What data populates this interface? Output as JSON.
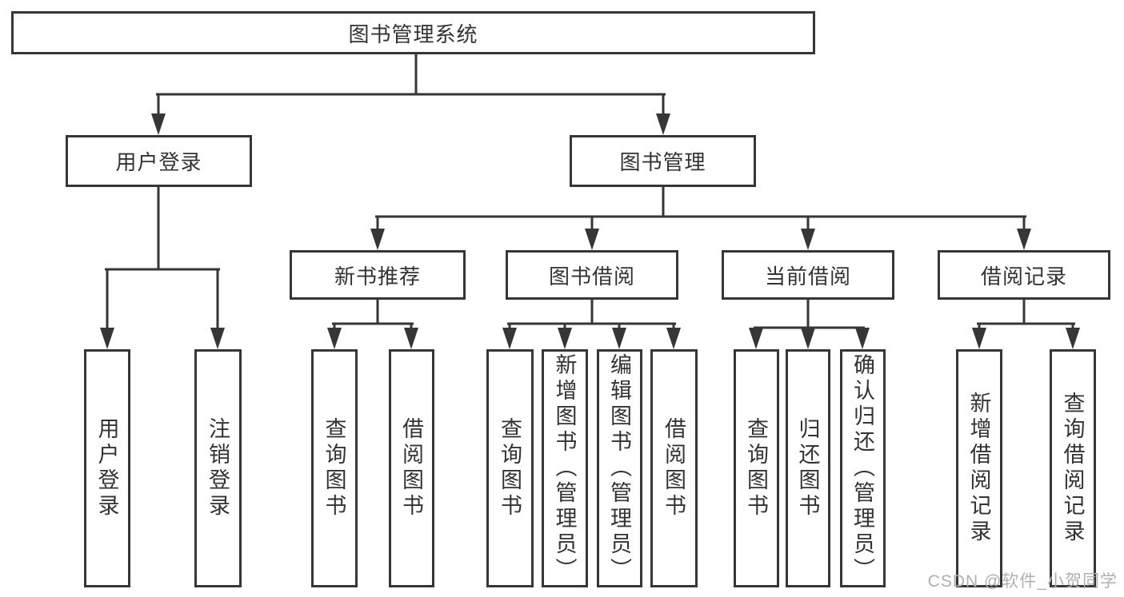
{
  "colors": {
    "line": "#363636",
    "text": "#333333",
    "watermark": "#b0b0b0",
    "background": "#ffffff"
  },
  "watermark": {
    "text": "CSDN @软件_小贺同学"
  },
  "diagram": {
    "root": {
      "label": "图书管理系统",
      "children": [
        {
          "label": "用户登录",
          "children": [
            {
              "label": "用户登录"
            },
            {
              "label": "注销登录"
            }
          ]
        },
        {
          "label": "图书管理",
          "children": [
            {
              "label": "新书推荐",
              "children": [
                {
                  "label": "查询图书"
                },
                {
                  "label": "借阅图书"
                }
              ]
            },
            {
              "label": "图书借阅",
              "children": [
                {
                  "label": "查询图书"
                },
                {
                  "label": "新增图书（管理员）"
                },
                {
                  "label": "编辑图书（管理员）"
                },
                {
                  "label": "借阅图书"
                }
              ]
            },
            {
              "label": "当前借阅",
              "children": [
                {
                  "label": "查询图书"
                },
                {
                  "label": "归还图书"
                },
                {
                  "label": "确认归还（管理员）"
                }
              ]
            },
            {
              "label": "借阅记录",
              "children": [
                {
                  "label": "新增借阅记录"
                },
                {
                  "label": "查询借阅记录"
                }
              ]
            }
          ]
        }
      ]
    }
  }
}
